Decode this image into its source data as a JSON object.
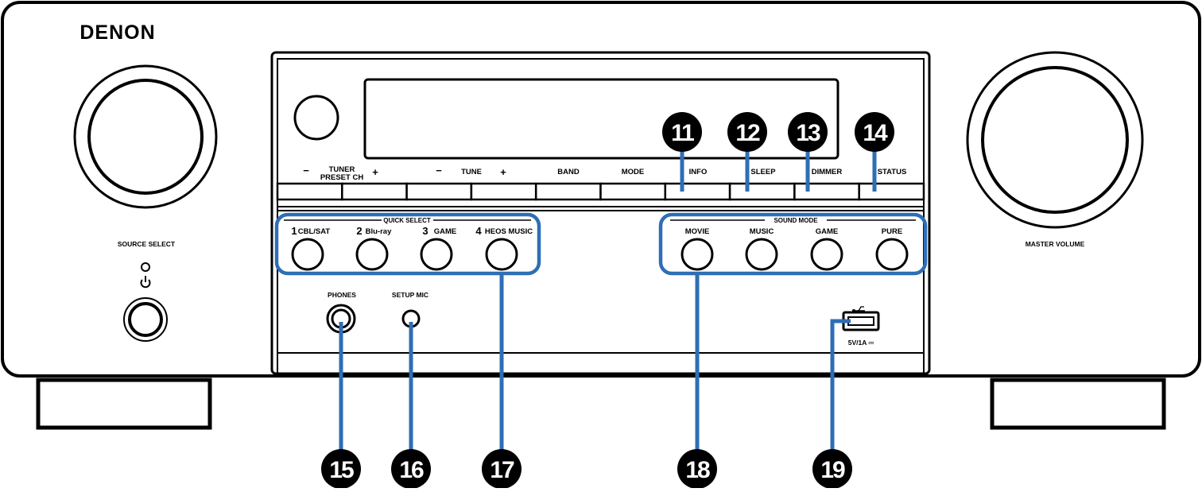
{
  "brand": "DENON",
  "knobs": {
    "left_label": "SOURCE SELECT",
    "right_label": "MASTER VOLUME"
  },
  "top_button_labels": {
    "tuner_minus": "−",
    "tuner_line1": "TUNER",
    "tuner_line2": "PRESET CH",
    "tuner_plus": "+",
    "tune_minus": "−",
    "tune": "TUNE",
    "tune_plus": "+",
    "band": "BAND",
    "mode": "MODE",
    "info": "INFO",
    "sleep": "SLEEP",
    "dimmer": "DIMMER",
    "status": "STATUS"
  },
  "quick_select": {
    "title": "QUICK SELECT",
    "buttons": [
      {
        "num": "1",
        "label": "CBL/SAT"
      },
      {
        "num": "2",
        "label": "Blu-ray"
      },
      {
        "num": "3",
        "label": "GAME"
      },
      {
        "num": "4",
        "label": "HEOS MUSIC"
      }
    ]
  },
  "sound_mode": {
    "title": "SOUND MODE",
    "buttons": [
      "MOVIE",
      "MUSIC",
      "GAME",
      "PURE"
    ]
  },
  "jacks": {
    "phones": "PHONES",
    "setup_mic": "SETUP MIC",
    "usb_spec": "5V/1A ⎓"
  },
  "callouts": [
    "11",
    "12",
    "13",
    "14",
    "15",
    "16",
    "17",
    "18",
    "19"
  ],
  "colors": {
    "highlight": "#2e6eb5",
    "ink": "#000000"
  }
}
